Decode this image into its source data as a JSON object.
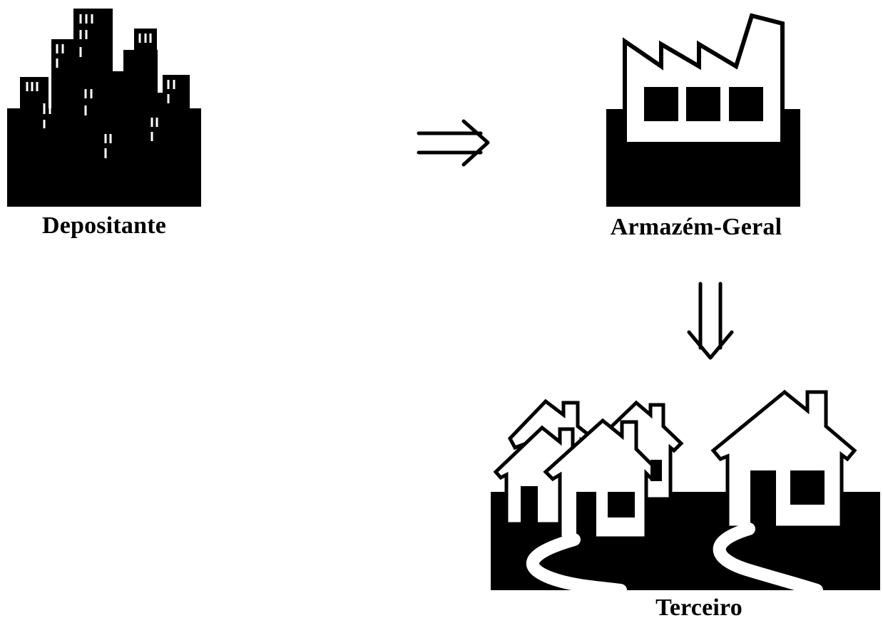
{
  "nodes": {
    "depositante": {
      "label": "Depositante",
      "icon": "city-buildings-icon"
    },
    "armazem": {
      "label": "Armazém-Geral",
      "icon": "factory-warehouse-icon"
    },
    "terceiro": {
      "label": "Terceiro",
      "icon": "houses-neighborhood-icon"
    }
  },
  "arrows": [
    {
      "from": "Depositante",
      "to": "Armazém-Geral",
      "icon": "double-arrow-right-icon"
    },
    {
      "from": "Armazém-Geral",
      "to": "Terceiro",
      "icon": "double-arrow-down-icon"
    }
  ],
  "colors": {
    "ink": "#000000",
    "paper": "#ffffff"
  }
}
